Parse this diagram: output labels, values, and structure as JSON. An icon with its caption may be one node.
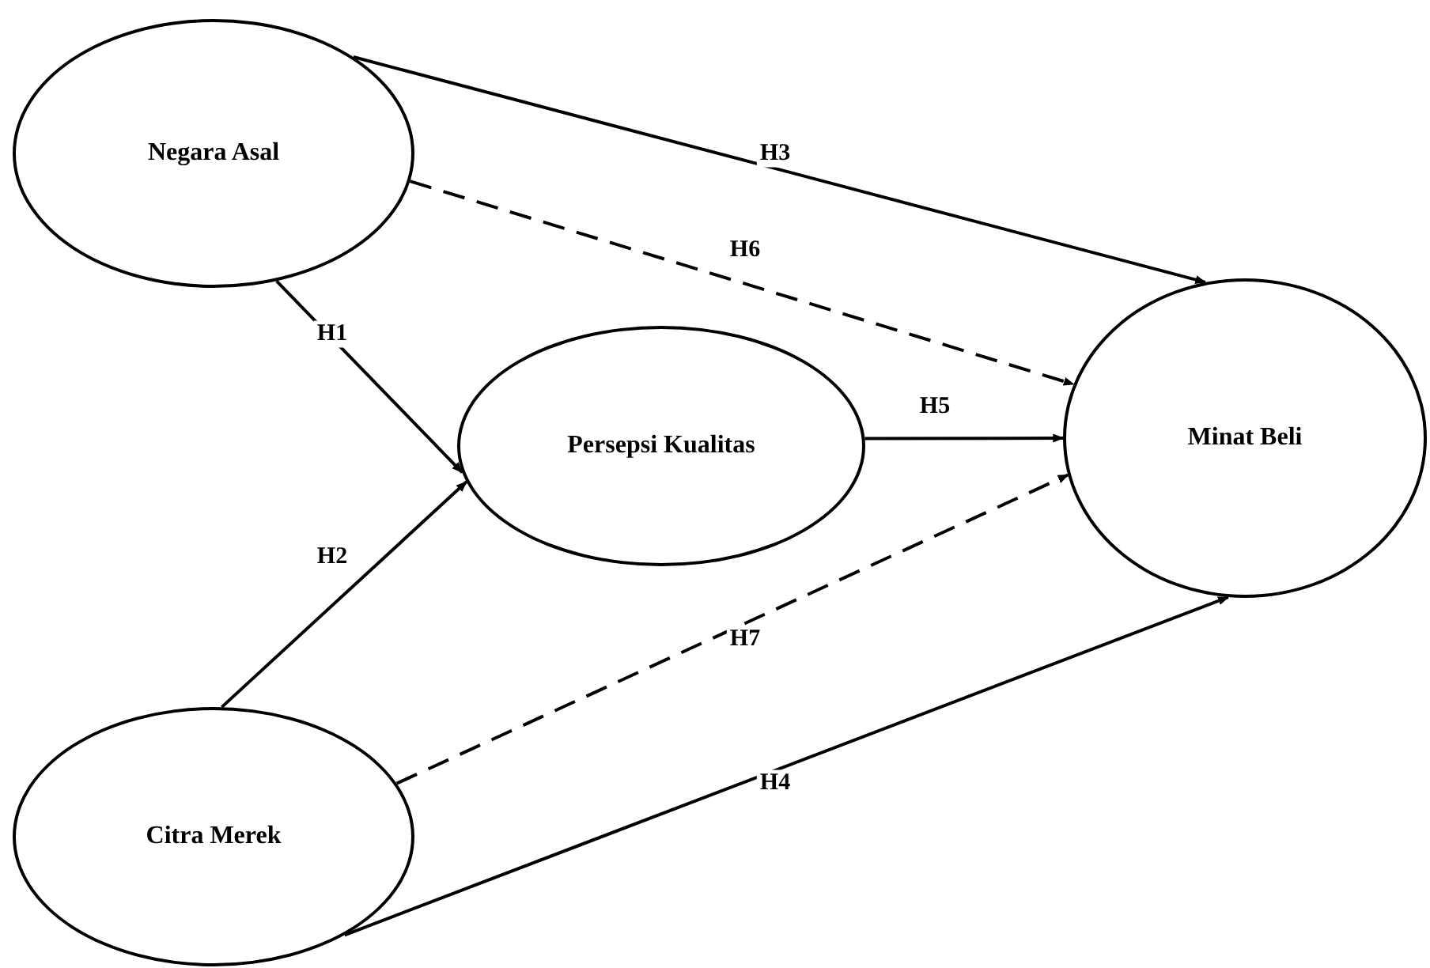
{
  "diagram": {
    "nodes": [
      {
        "text": [
          "Negara Asal"
        ]
      },
      {
        "text": [
          "Persepsi Kualitas"
        ]
      },
      {
        "text": [
          "Minat Beli"
        ]
      },
      {
        "text": [
          "Citra Merek"
        ]
      }
    ],
    "edges": [
      {
        "from": 0,
        "to": 2,
        "arrow": "to",
        "label": "H3"
      },
      {
        "from": 0,
        "to": 2,
        "arrow": "to",
        "label": "H6",
        "style": "dashed"
      },
      {
        "from": 0,
        "to": 1,
        "arrow": "to",
        "label": "H1"
      },
      {
        "from": 3,
        "to": 1,
        "arrow": "to",
        "label": "H2"
      },
      {
        "from": 1,
        "to": 2,
        "arrow": "to",
        "label": "H5"
      },
      {
        "from": 3,
        "to": 2,
        "arrow": "to",
        "label": "H7",
        "style": "dashed"
      },
      {
        "from": 3,
        "to": 2,
        "arrow": "to",
        "label": "H4"
      }
    ]
  }
}
